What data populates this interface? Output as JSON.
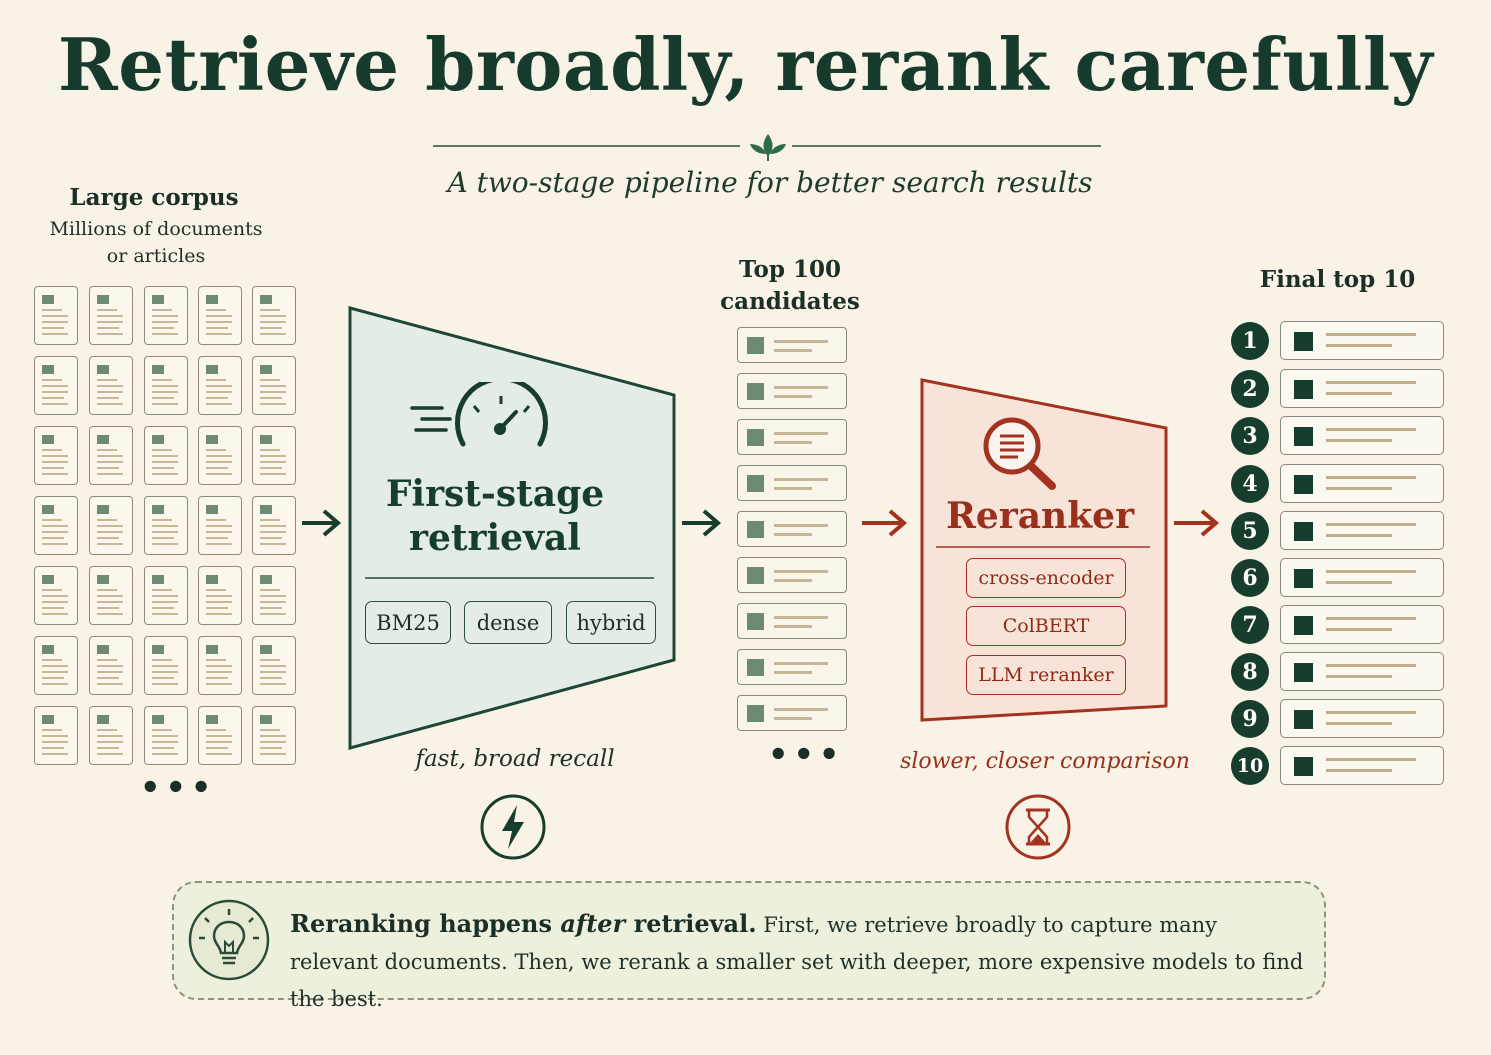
{
  "title": "Retrieve broadly, rerank carefully",
  "subtitle": "A two-stage pipeline for better search results",
  "corpus": {
    "heading": "Large corpus",
    "subheading_line1": "Millions of documents",
    "subheading_line2": "or articles",
    "more": "•••"
  },
  "first_stage": {
    "title_line1": "First-stage",
    "title_line2": "retrieval",
    "methods": [
      "BM25",
      "dense",
      "hybrid"
    ],
    "caption": "fast, broad recall",
    "icon": "speedometer-icon",
    "caption_icon": "lightning-bolt-icon"
  },
  "candidates": {
    "heading_line1": "Top 100",
    "heading_line2": "candidates",
    "more": "•••"
  },
  "reranker": {
    "title": "Reranker",
    "models": [
      "cross-encoder",
      "ColBERT",
      "LLM reranker"
    ],
    "caption": "slower, closer comparison",
    "icon": "magnifier-document-icon",
    "caption_icon": "hourglass-icon"
  },
  "final": {
    "heading": "Final top 10",
    "ranks": [
      "1",
      "2",
      "3",
      "4",
      "5",
      "6",
      "7",
      "8",
      "9",
      "10"
    ]
  },
  "note": {
    "lead_before": "Reranking happens ",
    "lead_emphasis": "after",
    "lead_after": " retrieval.",
    "body": " First, we retrieve broadly to capture many relevant documents. Then, we rerank a smaller set with deeper, more expensive models to find the best.",
    "icon": "lightbulb-icon"
  },
  "colors": {
    "green": "#173d2c",
    "red": "#a3321e",
    "background": "#f8f3e6",
    "stage1_fill": "#e4ede5",
    "stage2_fill": "#f8e3d8"
  }
}
